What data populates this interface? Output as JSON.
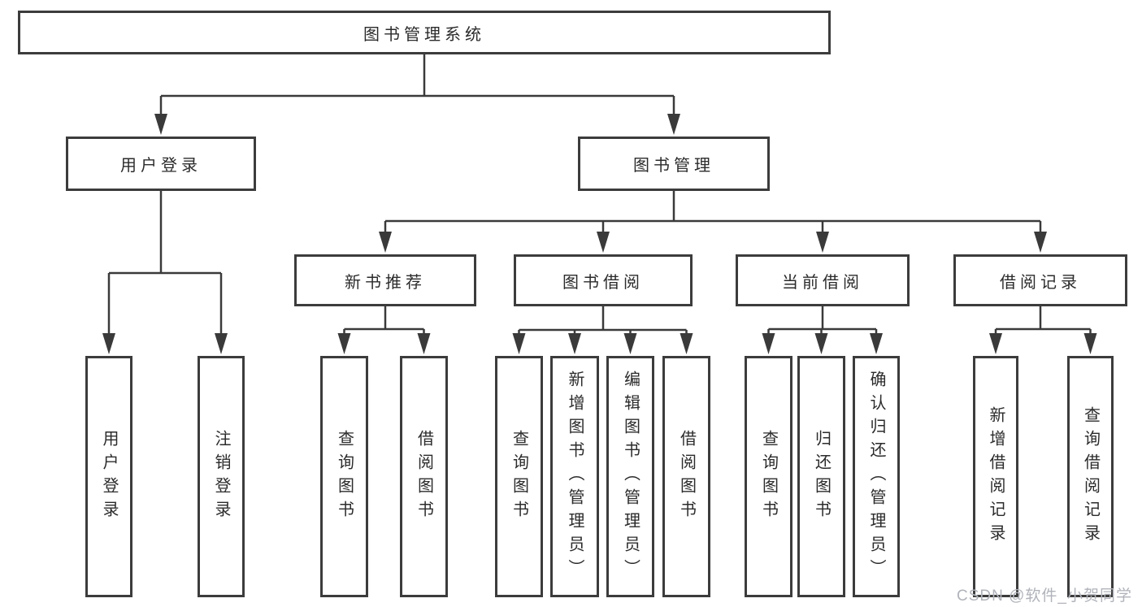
{
  "watermark": "CSDN @软件_小贺同学",
  "colors": {
    "line": "#3a3a3a",
    "box_border": "#3c3c3c",
    "text": "#2b2b2b",
    "watermark": "#b0b3ba",
    "background": "#ffffff"
  },
  "tree": {
    "root": {
      "label": "图书管理系统"
    },
    "branches": [
      {
        "label": "用户登录",
        "children": [
          {
            "label": "用户登录"
          },
          {
            "label": "注销登录"
          }
        ]
      },
      {
        "label": "图书管理",
        "children": [
          {
            "label": "新书推荐",
            "children": [
              {
                "label": "查询图书"
              },
              {
                "label": "借阅图书"
              }
            ]
          },
          {
            "label": "图书借阅",
            "children": [
              {
                "label": "查询图书"
              },
              {
                "label": "新增图书（管理员）"
              },
              {
                "label": "编辑图书（管理员）"
              },
              {
                "label": "借阅图书"
              }
            ]
          },
          {
            "label": "当前借阅",
            "children": [
              {
                "label": "查询图书"
              },
              {
                "label": "归还图书"
              },
              {
                "label": "确认归还（管理员）"
              }
            ]
          },
          {
            "label": "借阅记录",
            "children": [
              {
                "label": "新增借阅记录"
              },
              {
                "label": "查询借阅记录"
              }
            ]
          }
        ]
      }
    ]
  }
}
